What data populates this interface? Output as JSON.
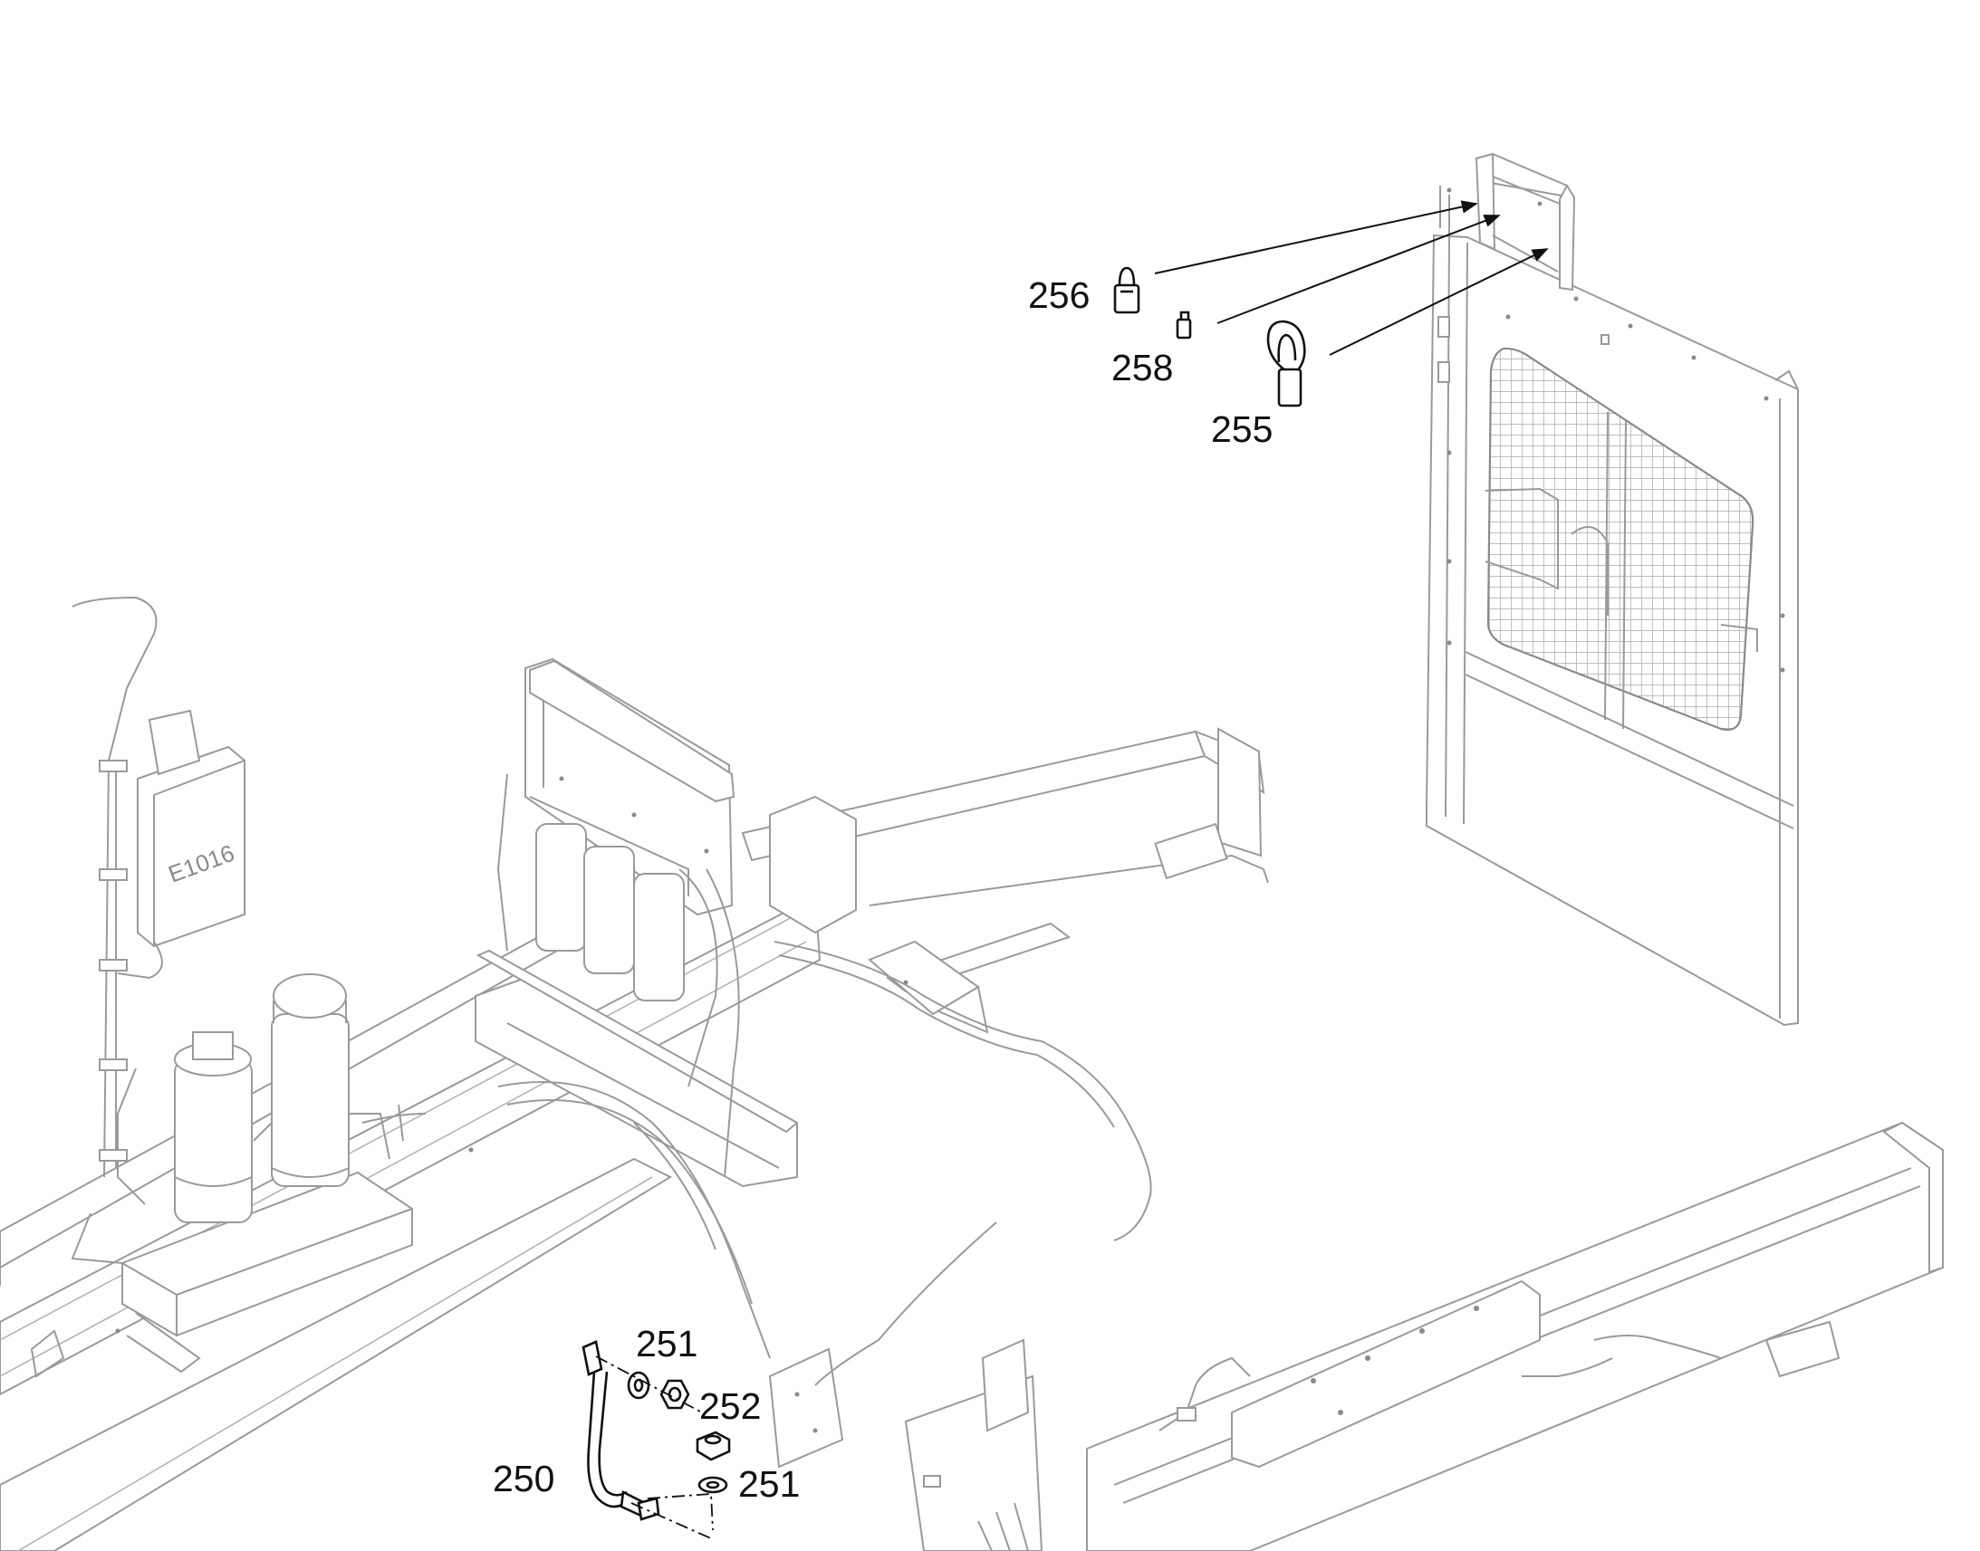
{
  "callouts": {
    "c256": "256",
    "c258": "258",
    "c255": "255",
    "c251a": "251",
    "c252": "252",
    "c250": "250",
    "c251b": "251"
  },
  "labels": {
    "module": "E1016"
  }
}
